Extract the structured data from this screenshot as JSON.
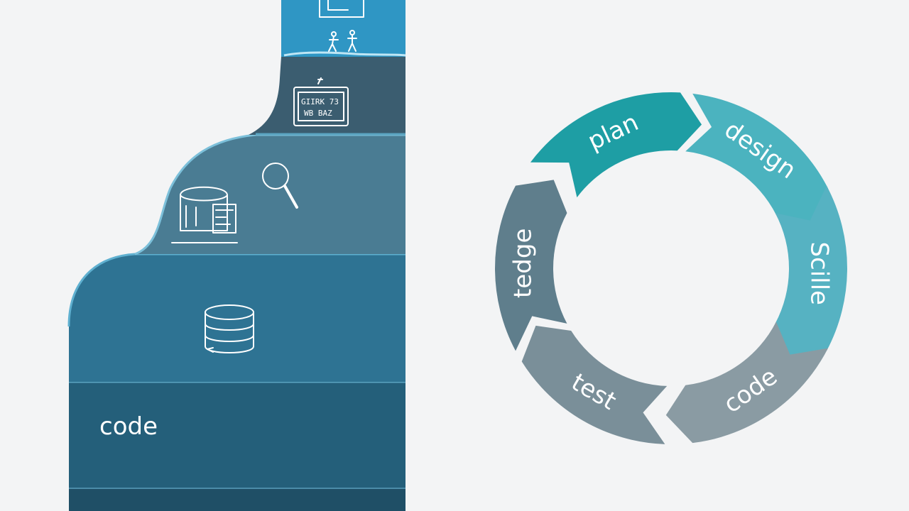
{
  "waterfall": {
    "steps": [
      {
        "name": "sky",
        "label": "",
        "color": "#2f96c4"
      },
      {
        "name": "slate",
        "label": "",
        "color": "#3b5d70"
      },
      {
        "name": "mid",
        "label": "",
        "color": "#4a7c93"
      },
      {
        "name": "lower",
        "label": "",
        "color": "#2e7393"
      },
      {
        "name": "code",
        "label": "code",
        "color": "#245f7a"
      },
      {
        "name": "base",
        "label": "",
        "color": "#1f4f66"
      }
    ],
    "board_text": [
      "GIIRK 73",
      "WB BAZ"
    ],
    "icons": [
      "board-icon",
      "figures-icon",
      "dashboard-icon",
      "magnifier-icon",
      "kiosk-icon",
      "database-icon"
    ]
  },
  "cycle": {
    "segments": [
      {
        "label": "plan",
        "color": "#1e9ea4"
      },
      {
        "label": "design",
        "color": "#4bb3bf"
      },
      {
        "label": "Scille",
        "color": "#56b2c2"
      },
      {
        "label": "code",
        "color": "#8a9ba3"
      },
      {
        "label": "test",
        "color": "#7a8f99"
      },
      {
        "label": "tedge",
        "color": "#5f7e8c"
      }
    ]
  }
}
